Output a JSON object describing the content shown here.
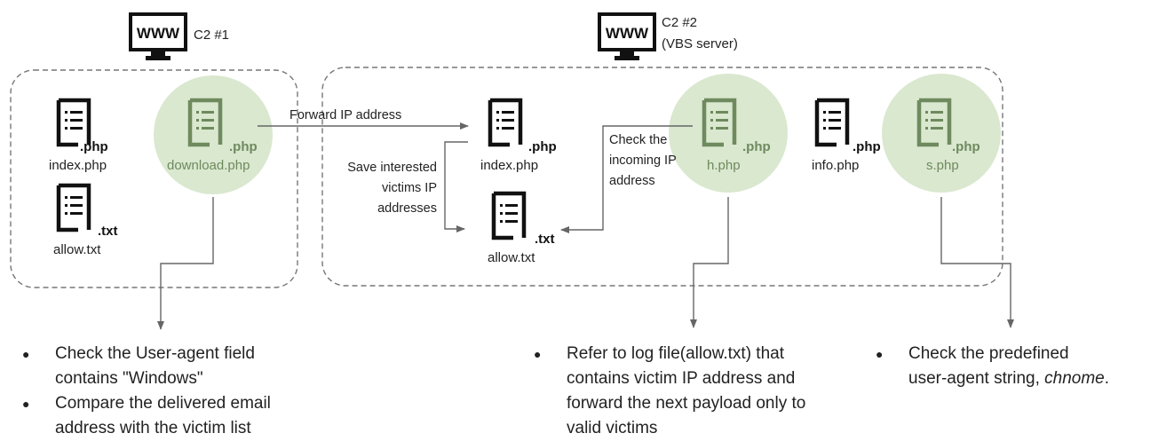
{
  "servers": {
    "c2_1": {
      "icon": "www-monitor-icon",
      "text": "WWW",
      "label": "C2 #1"
    },
    "c2_2": {
      "icon": "www-monitor-icon",
      "text": "WWW",
      "label_line1": "C2 #2",
      "label_line2": "(VBS server)"
    }
  },
  "files": {
    "c2_1_index": {
      "ext": ".php",
      "name": "index.php"
    },
    "c2_1_download": {
      "ext": ".php",
      "name": "download.php",
      "highlighted": true
    },
    "c2_1_allow": {
      "ext": ".txt",
      "name": "allow.txt"
    },
    "c2_2_index": {
      "ext": ".php",
      "name": "index.php"
    },
    "c2_2_allow": {
      "ext": ".txt",
      "name": "allow.txt"
    },
    "c2_2_h": {
      "ext": ".php",
      "name": "h.php",
      "highlighted": true
    },
    "c2_2_info": {
      "ext": ".php",
      "name": "info.php"
    },
    "c2_2_s": {
      "ext": ".php",
      "name": "s.php",
      "highlighted": true
    }
  },
  "annotations": {
    "forward": "Forward IP address",
    "save": [
      "Save interested",
      "victims IP",
      "addresses"
    ],
    "check": [
      "Check the",
      "incoming IP",
      "address"
    ]
  },
  "notes": {
    "download": [
      {
        "lines": [
          "Check the User-agent field",
          "contains \"Windows\""
        ]
      },
      {
        "lines": [
          "Compare the delivered email",
          "address with the victim list"
        ]
      }
    ],
    "h": [
      {
        "lines": [
          "Refer to log file(allow.txt) that",
          "contains victim IP address and",
          "forward the next payload only to",
          "valid victims"
        ]
      }
    ],
    "s": [
      {
        "lines": [
          "Check the predefined"
        ],
        "line2_prefix": "user-agent string, ",
        "line2_emphasis": "chnome",
        "line2_suffix": "."
      }
    ]
  },
  "colors": {
    "highlight_circle": "#d9e8cf",
    "file_icon": "#111111",
    "file_icon_highlighted": "#6f8a5e",
    "group_border": "#777777",
    "arrow": "#666666"
  }
}
